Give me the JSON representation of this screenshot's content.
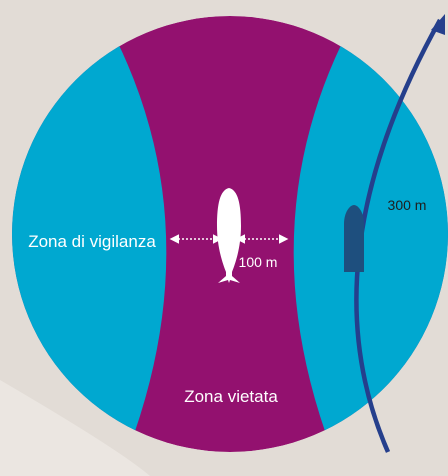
{
  "diagram": {
    "labels": {
      "vigilance_zone": "Zona di vigilanza",
      "prohibited_zone": "Zona vietata",
      "inner_distance": "100 m",
      "outer_distance": "300 m"
    },
    "colors": {
      "background": "#e2dcd6",
      "background_light": "#ebe6e1",
      "prohibited_zone": "#93116f",
      "vigilance_zone": "#00a8d0",
      "vessel_path": "#253f8c",
      "vessel": "#1e4f7e",
      "whale": "#ffffff",
      "label_text": "#ffffff",
      "outer_distance_text": "#1e1e1e"
    },
    "icons": {
      "whale": "whale-icon",
      "vessel": "boat-icon",
      "path_arrow": "arrow-up-icon",
      "distance_arrow": "double-arrow-icon"
    }
  }
}
